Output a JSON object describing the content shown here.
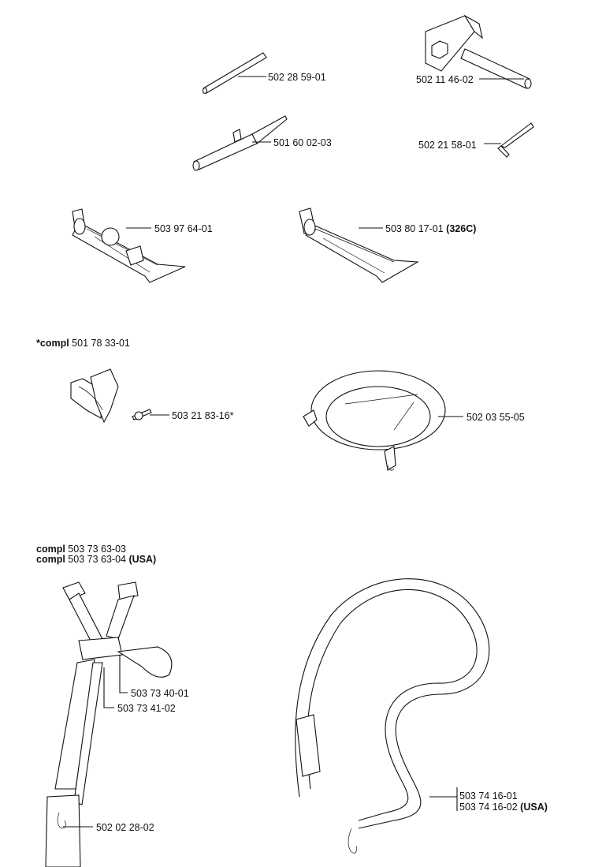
{
  "parts": [
    {
      "number": "502 28 59-01",
      "suffix": ""
    },
    {
      "number": "502 11 46-02",
      "suffix": ""
    },
    {
      "number": "501 60 02-03",
      "suffix": ""
    },
    {
      "number": "502 21 58-01",
      "suffix": ""
    },
    {
      "number": "503 97 64-01",
      "suffix": ""
    },
    {
      "number": "503 80 17-01",
      "suffix": "(326C)"
    },
    {
      "number": "503 21 83-16*",
      "suffix": ""
    },
    {
      "number": "502 03 55-05",
      "suffix": ""
    },
    {
      "number": "503 73 40-01",
      "suffix": ""
    },
    {
      "number": "503 73 41-02",
      "suffix": ""
    },
    {
      "number": "502 02 28-02",
      "suffix": ""
    },
    {
      "number": "503 74 16-01",
      "suffix": ""
    },
    {
      "number": "503 74 16-02",
      "suffix": "(USA)"
    }
  ],
  "kits": [
    {
      "prefix": "*compl",
      "number": "501 78 33-01",
      "suffix": ""
    },
    {
      "prefix": "compl",
      "number": "503 73 63-03",
      "suffix": ""
    },
    {
      "prefix": "compl",
      "number": "503 73 63-04",
      "suffix": "(USA)"
    }
  ]
}
